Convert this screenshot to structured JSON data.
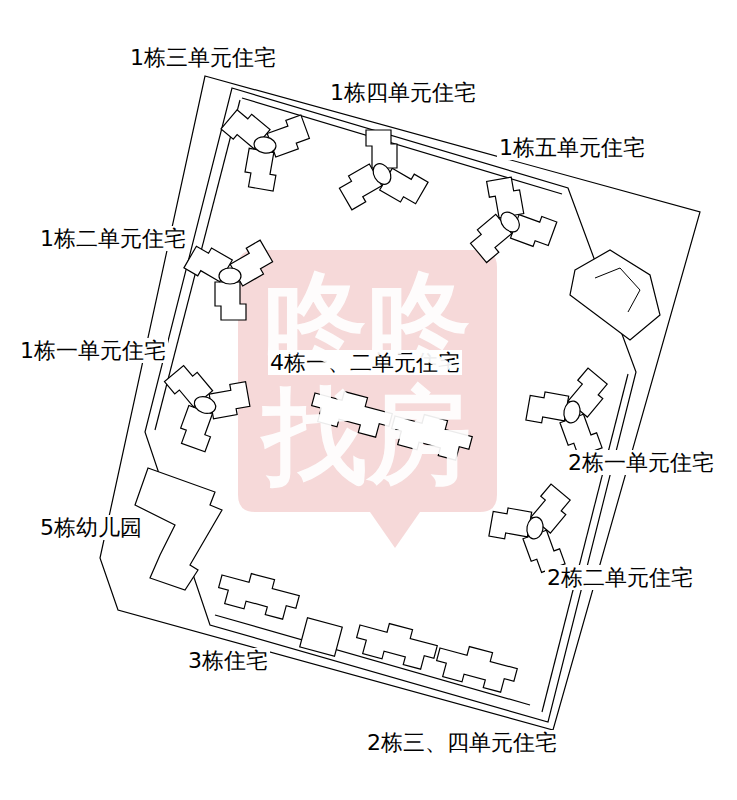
{
  "diagram": {
    "labels": [
      "1栋三单元住宅",
      "1栋四单元住宅",
      "1栋五单元住宅",
      "1栋二单元住宅",
      "1栋一单元住宅",
      "4栋一、二单元住宅",
      "2栋一单元住宅",
      "5栋幼儿园",
      "2栋二单元住宅",
      "3栋住宅",
      "2栋三、四单元住宅",
      "咚咚 找房"
    ]
  }
}
